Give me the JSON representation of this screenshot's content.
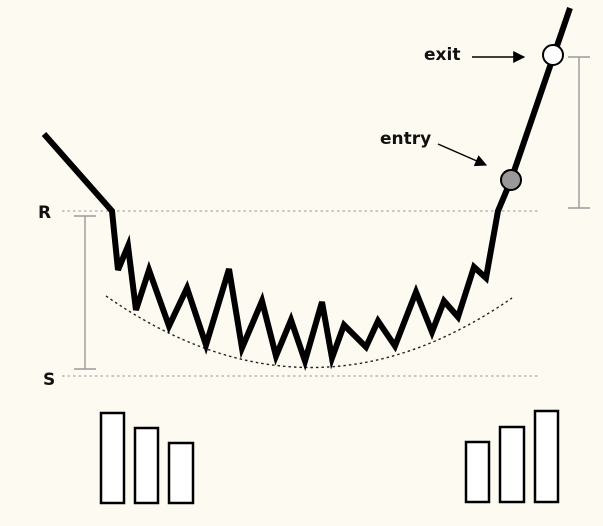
{
  "labels": {
    "resistance": "R",
    "support": "S",
    "entry": "entry",
    "exit": "exit"
  },
  "colors": {
    "background": "#fdfaf2",
    "price_line": "#000000",
    "level_line": "#aaaaaa",
    "range_marker": "#999999",
    "entry_marker_fill": "#999999",
    "exit_marker_fill": "#ffffff"
  },
  "volume_bars": {
    "left_group": [
      1.0,
      0.83,
      0.66
    ],
    "right_group": [
      0.66,
      0.83,
      1.0
    ]
  }
}
